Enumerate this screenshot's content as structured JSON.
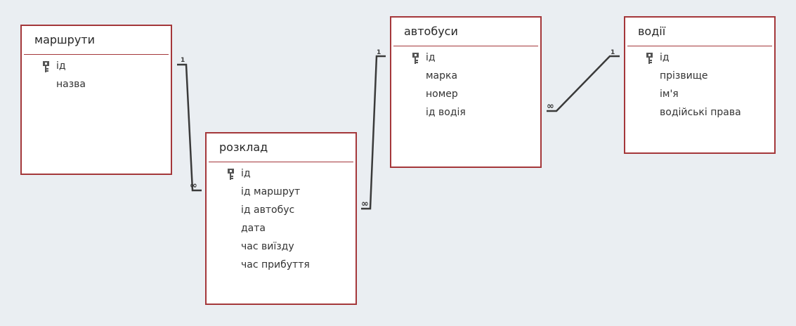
{
  "tables": {
    "routes": {
      "title": "маршрути",
      "fields": [
        "ід",
        "назва"
      ]
    },
    "schedule": {
      "title": "розклад",
      "fields": [
        "ід",
        "ід маршрут",
        "ід автобус",
        "дата",
        "час виїзду",
        "час прибуття"
      ]
    },
    "buses": {
      "title": "автобуси",
      "fields": [
        "ід",
        "марка",
        "номер",
        "ід водія"
      ]
    },
    "drivers": {
      "title": "водії",
      "fields": [
        "ід",
        "прізвище",
        "ім'я",
        "водійські права"
      ]
    }
  },
  "relationships": [
    {
      "from": "маршрути",
      "to": "розклад",
      "one": "1",
      "many": "∞"
    },
    {
      "from": "автобуси",
      "to": "розклад",
      "one": "1",
      "many": "∞"
    },
    {
      "from": "водії",
      "to": "автобуси",
      "one": "1",
      "many": "∞"
    }
  ],
  "colors": {
    "border": "#a4373a",
    "background": "#eaeef2",
    "line": "#3a3a3a"
  },
  "icons": {
    "primary_key": "key-icon"
  }
}
